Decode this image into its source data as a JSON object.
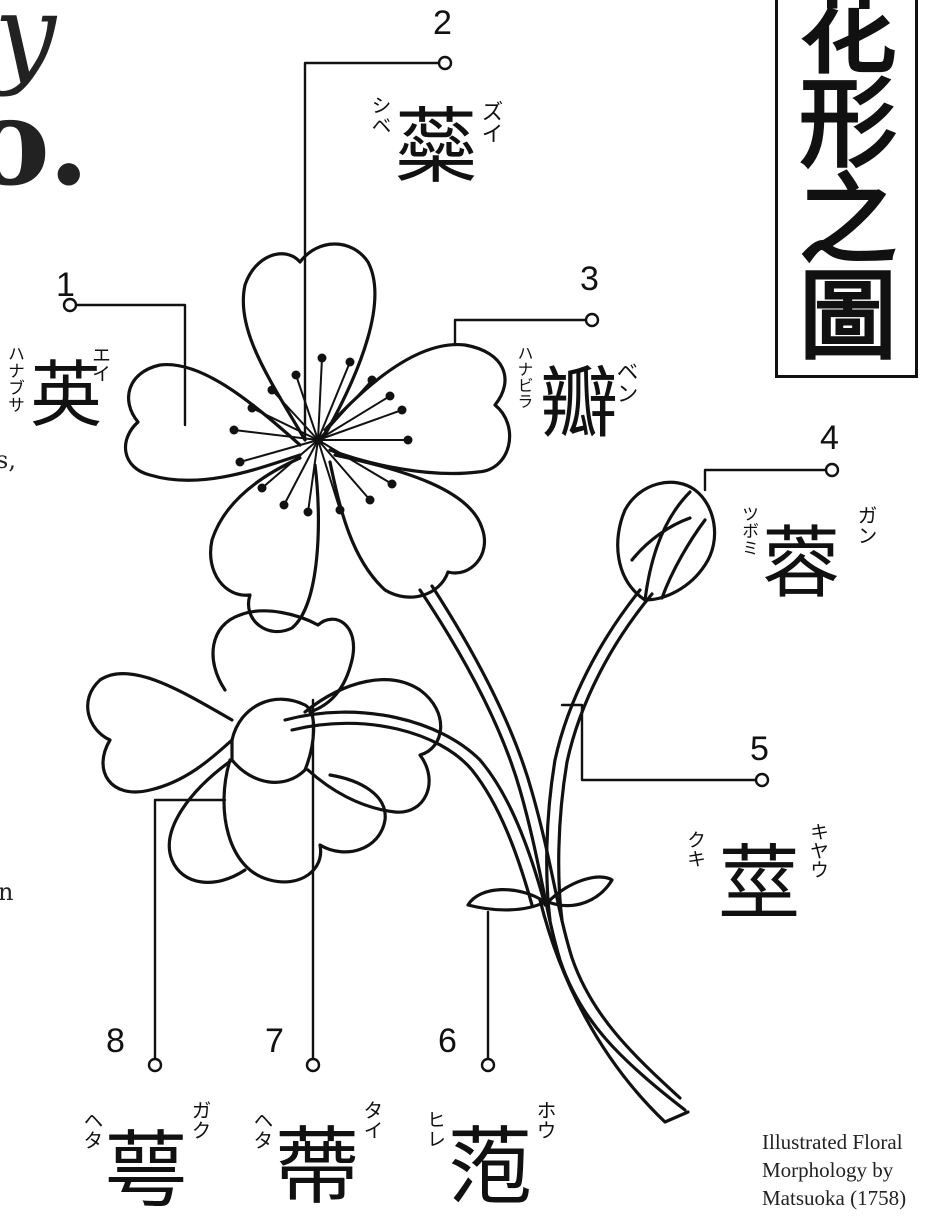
{
  "edge_text": {
    "glyph_top_left": "y",
    "glyph_mid_left": "o.",
    "fragment_s": "s,",
    "fragment_n": "n"
  },
  "title_box": {
    "chars": [
      "花",
      "形",
      "之",
      "圖"
    ]
  },
  "caption": {
    "line1": "Illustrated Floral",
    "line2": "Morphology by",
    "line3": "Matsuoka (1758)"
  },
  "labels": [
    {
      "number": "1",
      "kanji": "英",
      "kana_left": "ハナブサ",
      "kana_right": "エイ"
    },
    {
      "number": "2",
      "kanji": "蘂",
      "kana_left": "シベ",
      "kana_right": "ズイ"
    },
    {
      "number": "3",
      "kanji": "瓣",
      "kana_left": "ハナビラ",
      "kana_right": "ベン"
    },
    {
      "number": "4",
      "kanji": "蓉",
      "kana_left": "ツボミ",
      "kana_right": "ガン"
    },
    {
      "number": "5",
      "kanji": "莖",
      "kana_left": "クキ",
      "kana_right": "キヤウ"
    },
    {
      "number": "6",
      "kanji": "萢",
      "kana_left": "ヒレ",
      "kana_right": "ホウ"
    },
    {
      "number": "7",
      "kanji": "蔕",
      "kana_left": "ヘタ",
      "kana_right": "タイ"
    },
    {
      "number": "8",
      "kanji": "萼",
      "kana_left": "ヘタ",
      "kana_right": "ガク"
    }
  ]
}
